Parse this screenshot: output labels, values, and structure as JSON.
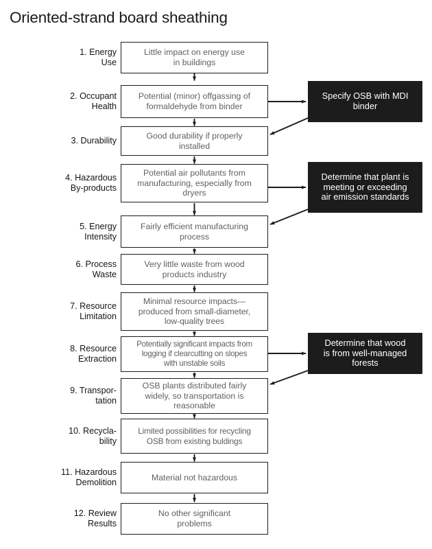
{
  "title": "Oriented-strand board sheathing",
  "colors": {
    "ink": "#1a1a1a",
    "box_border": "#1b1b1b",
    "box_text": "#606060",
    "action_bg": "#1c1c1c",
    "action_text": "#ffffff",
    "page_bg": "#ffffff"
  },
  "criteria": [
    {
      "number": "1.",
      "label": "1. Energy\nUse",
      "text": "Little impact on energy use\nin buildings"
    },
    {
      "number": "2.",
      "label": "2. Occupant\nHealth",
      "text": "Potential (minor) offgassing of\nformaldehyde from binder"
    },
    {
      "number": "3.",
      "label": "3. Durability",
      "text": "Good durability if properly\ninstalled"
    },
    {
      "number": "4.",
      "label": "4. Hazardous\nBy-products",
      "text": "Potential air pollutants from\nmanufacturing, especially from\ndryers"
    },
    {
      "number": "5.",
      "label": "5. Energy\nIntensity",
      "text": "Fairly efficient manufacturing\nprocess"
    },
    {
      "number": "6.",
      "label": "6. Process\nWaste",
      "text": "Very little waste from wood\nproducts industry"
    },
    {
      "number": "7.",
      "label": "7. Resource\nLimitation",
      "text": "Minimal resource impacts—\nproduced from small-diameter,\nlow-quality trees"
    },
    {
      "number": "8.",
      "label": "8. Resource\nExtraction",
      "text": "Potentially significant impacts from\nlogging if clearcutting on slopes\nwith unstable soils"
    },
    {
      "number": "9.",
      "label": "9. Transpor-\ntation",
      "text": "OSB plants distributed fairly\nwidely, so transportation is\nreasonable"
    },
    {
      "number": "10.",
      "label": "10.  Recycla-\nbility",
      "text": "Limited possibilities for recycling\nOSB from existing buldings"
    },
    {
      "number": "11.",
      "label": "11. Hazardous\nDemolition",
      "text": "Material not hazardous"
    },
    {
      "number": "12.",
      "label": "12. Review\nResults",
      "text": "No other significant\nproblems"
    }
  ],
  "actions": [
    {
      "text": "Specify OSB with MDI\nbinder",
      "from_criterion": "2. Occupant Health",
      "to_criterion": "3. Durability"
    },
    {
      "text": "Determine that plant is\nmeeting or exceeding\nair emission standards",
      "from_criterion": "4. Hazardous By-products",
      "to_criterion": "5. Energy Intensity"
    },
    {
      "text": "Determine that wood\nis from well-managed\nforests",
      "from_criterion": "8. Resource Extraction",
      "to_criterion": "9. Transportation"
    }
  ]
}
